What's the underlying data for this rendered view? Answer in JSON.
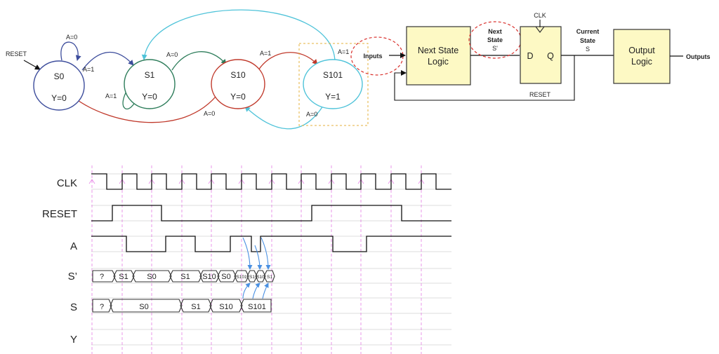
{
  "fsm": {
    "reset_label": "RESET",
    "states": [
      {
        "id": "S0",
        "name": "S0",
        "output": "Y=0",
        "color": "#3d4d9c"
      },
      {
        "id": "S1",
        "name": "S1",
        "output": "Y=0",
        "color": "#2e7d5b"
      },
      {
        "id": "S10",
        "name": "S10",
        "output": "Y=0",
        "color": "#c0392b"
      },
      {
        "id": "S101",
        "name": "S101",
        "output": "Y=1",
        "color": "#4fc3d9"
      }
    ],
    "edges": [
      {
        "from": "S0",
        "to": "S0",
        "label": "A=0"
      },
      {
        "from": "S0",
        "to": "S1",
        "label": "A=1"
      },
      {
        "from": "S1",
        "to": "S1",
        "label": "A=1"
      },
      {
        "from": "S1",
        "to": "S10",
        "label": "A=0"
      },
      {
        "from": "S10",
        "to": "S101",
        "label": "A=1"
      },
      {
        "from": "S10",
        "to": "S0",
        "label": "A=0"
      },
      {
        "from": "S101",
        "to": "S1",
        "label": "A=1"
      },
      {
        "from": "S101",
        "to": "S10",
        "label": "A=0"
      }
    ]
  },
  "block": {
    "inputs_label": "Inputs",
    "next_state_logic": [
      "Next State",
      "Logic"
    ],
    "next_state_tag": [
      "Next",
      "State",
      "S'"
    ],
    "clk_label": "CLK",
    "d_label": "D",
    "q_label": "Q",
    "reset_label": "RESET",
    "current_state_tag": [
      "Current",
      "State",
      "S"
    ],
    "output_logic": [
      "Output",
      "Logic"
    ],
    "outputs_label": "Outputs",
    "block_fill": "#fdf9c4"
  },
  "timing": {
    "signals": [
      {
        "name": "CLK"
      },
      {
        "name": "RESET"
      },
      {
        "name": "A"
      },
      {
        "name": "S’"
      },
      {
        "name": "S"
      },
      {
        "name": "Y"
      }
    ],
    "next_state_bus": [
      {
        "label": "?"
      },
      {
        "label": "S1"
      },
      {
        "label": "S0"
      },
      {
        "label": "S1"
      },
      {
        "label": "S10"
      },
      {
        "label": "S0"
      },
      {
        "label": "S101"
      },
      {
        "label": "S1"
      },
      {
        "label": "S10"
      },
      {
        "label": "S1"
      }
    ],
    "state_bus": [
      {
        "label": "?"
      },
      {
        "label": "S0"
      },
      {
        "label": "S1"
      },
      {
        "label": "S10"
      },
      {
        "label": "S101"
      }
    ],
    "guide_color": "#e066e0",
    "arrow_color": "#4a90e2"
  }
}
